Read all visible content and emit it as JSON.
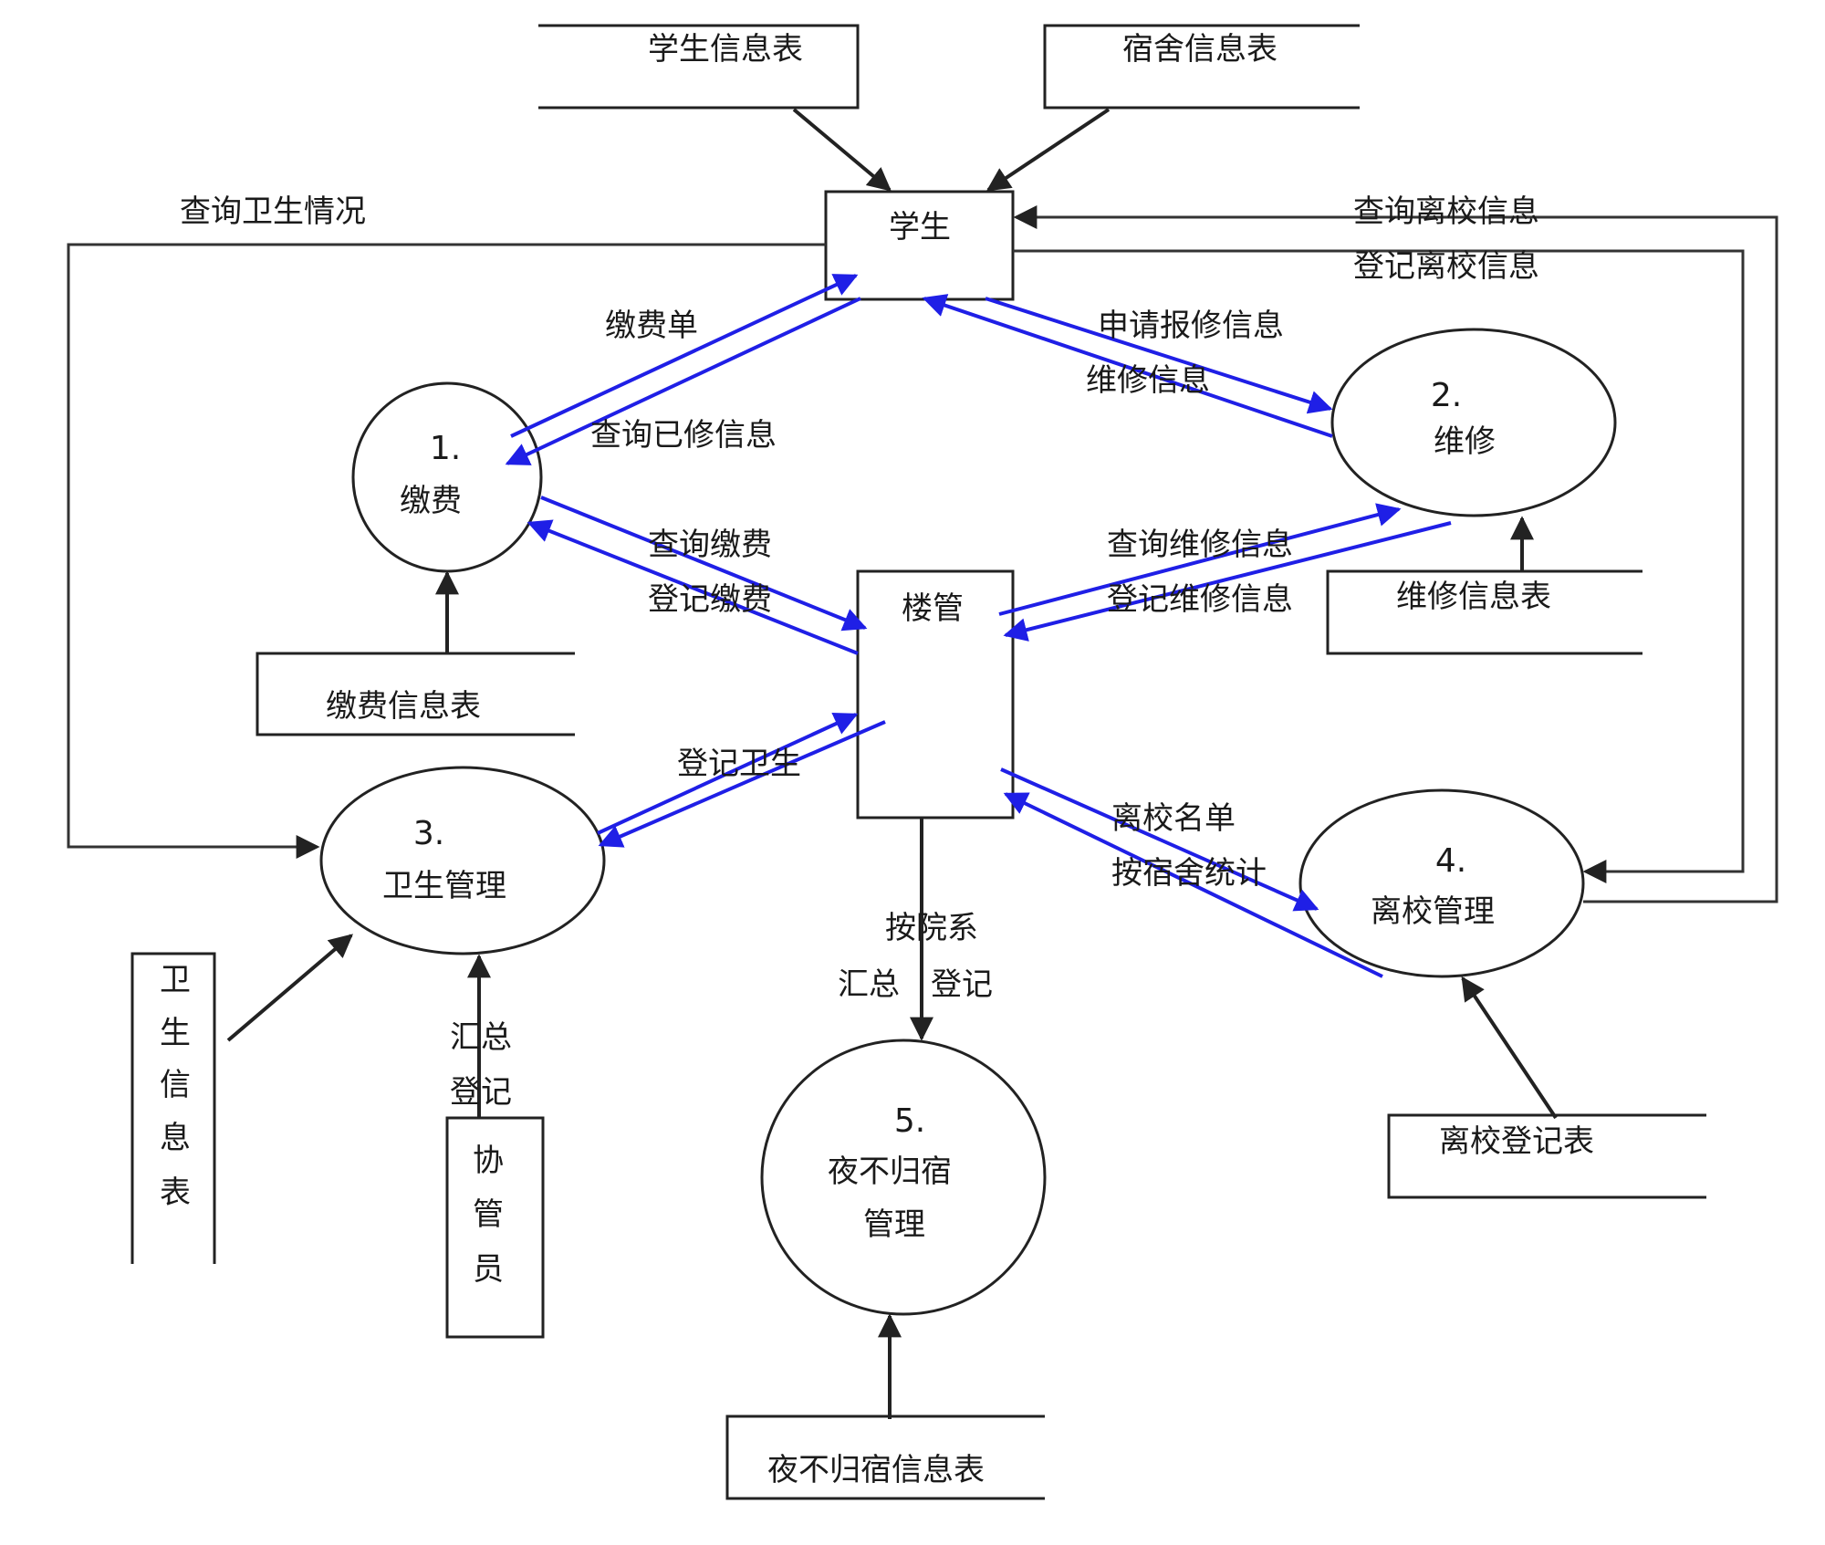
{
  "entities": {
    "student": "学生",
    "building_manager": "楼管",
    "assistant": [
      "协",
      "管",
      "员"
    ]
  },
  "processes": {
    "p1": {
      "num": "1.",
      "name": "缴费"
    },
    "p2": {
      "num": "2.",
      "name": "维修"
    },
    "p3": {
      "num": "3.",
      "name": "卫生管理"
    },
    "p4": {
      "num": "4.",
      "name": "离校管理"
    },
    "p5": {
      "num": "5.",
      "name_line1": "夜不归宿",
      "name_line2": "管理"
    }
  },
  "stores": {
    "student_info": "学生信息表",
    "dorm_info": "宿舍信息表",
    "payment_info": "缴费信息表",
    "repair_info": "维修信息表",
    "hygiene_info": [
      "卫",
      "生",
      "信",
      "息",
      "表"
    ],
    "leave_register": "离校登记表",
    "night_info": "夜不归宿信息表"
  },
  "flows": {
    "query_hygiene": "查询卫生情况",
    "query_leave": "查询离校信息",
    "register_leave": "登记离校信息",
    "payment_slip": "缴费单",
    "query_repaired": "查询已修信息",
    "apply_repair": "申请报修信息",
    "repair_info": "维修信息",
    "query_payment": "查询缴费",
    "register_payment": "登记缴费",
    "query_repair": "查询维修信息",
    "register_repair": "登记维修信息",
    "register_hygiene": "登记卫生",
    "leave_list": "离校名单",
    "by_dorm_stats": "按宿舍统计",
    "by_department": "按院系",
    "summary": "汇总",
    "register": "登记",
    "assist_summary": "汇总",
    "assist_register": "登记"
  },
  "colors": {
    "blue_flow": "#1f1fe6",
    "black_flow": "#222222"
  }
}
